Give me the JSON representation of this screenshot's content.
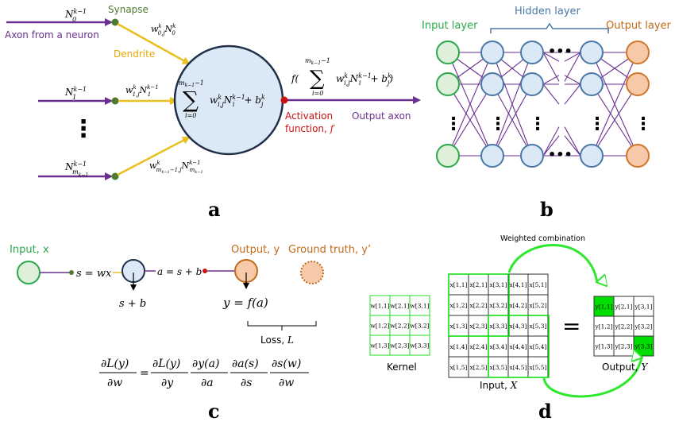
{
  "panel_a": {
    "label": "a",
    "synapse": "Synapse",
    "axon": "Axon from a neuron",
    "dendrite": "Dendrite",
    "n0_base": "N",
    "n0_sup": "k−1",
    "n0_sub": "0",
    "n1_base": "N",
    "n1_sup": "k−1",
    "n1_sub": "1",
    "nm_base": "N",
    "nm_sup": "k−1",
    "nm_sub": "m",
    "nm_subsub": "k−1",
    "w0": "w",
    "w0_sup": "k",
    "w0_sub": "0,j",
    "w0_n": "N",
    "w0_nsup": "k",
    "w0_nsub": "0",
    "w1": "w",
    "w1_sup": "k",
    "w1_sub": "1,j",
    "w1_n": "N",
    "w1_nsup": "k−1",
    "w1_nsub": "1",
    "wm": "w",
    "wm_sup": "k",
    "wm_sub": "m",
    "wm_subrest": "k−1",
    "wm_subsub": "−1,j",
    "wm_n": "N",
    "wm_nsup": "k−1",
    "wm_nsub": "m",
    "wm_nsubsub": "k−1",
    "sum_top": "m",
    "sum_top_sub": "k−1",
    "sum_top_rest": "−1",
    "sum_bottom": "i=0",
    "sum_body_w": "w",
    "sum_body_wsup": "k",
    "sum_body_wsub": "i,j",
    "sum_body_n": "N",
    "sum_body_nsup": "k−1",
    "sum_body_nsub": "i",
    "sum_body_plus": "+ b",
    "sum_body_bsup": "k",
    "sum_body_bsub": "j",
    "f_prefix": "f(",
    "f_suffix": ")",
    "activation_line1": "Activation",
    "activation_line2": "function,",
    "activation_f": "f",
    "output_axon": "Output axon",
    "vdots": "⋮"
  },
  "panel_b": {
    "label": "b",
    "hidden_layer": "Hidden layer",
    "input_layer": "Input layer",
    "output_layer": "Output layer"
  },
  "panel_c": {
    "label": "c",
    "input": "Input,",
    "input_var": "x",
    "s_eq": "s = wx",
    "a_eq": "a = s + b",
    "s_plus_b": "s + b",
    "output": "Output,",
    "output_var": "y",
    "ground_truth": "Ground truth,",
    "ground_truth_var": "y’",
    "y_eq": "y = f(a)",
    "loss": "Loss,",
    "loss_var": "L",
    "chain_rule": {
      "terms": [
        {
          "num": "∂L(y)",
          "den": "∂w"
        },
        {
          "num": "∂L(y)",
          "den": "∂y"
        },
        {
          "num": "∂y(a)",
          "den": "∂a"
        },
        {
          "num": "∂a(s)",
          "den": "∂s"
        },
        {
          "num": "∂s(w)",
          "den": "∂w"
        }
      ],
      "equals": "="
    }
  },
  "panel_d": {
    "label": "d",
    "weighted_combination": "Weighted combination",
    "kernel": "Kernel",
    "input": "Input,",
    "input_var": "X",
    "output": "Output,",
    "output_var": "Y",
    "equals": "=",
    "kernel_cells": [
      [
        "w[1,1]",
        "w[2,1]",
        "w[3,1]"
      ],
      [
        "w[1,2]",
        "w[2,2]",
        "w[3,2]"
      ],
      [
        "w[1,3]",
        "w[2,3]",
        "w[3,3]"
      ]
    ],
    "input_cells": [
      [
        "x[1,1]",
        "x[2,1]",
        "x[3,1]",
        "x[4,1]",
        "x[5,1]"
      ],
      [
        "x[1,2]",
        "x[2,2]",
        "x[3,2]",
        "x[4,2]",
        "x[5,2]"
      ],
      [
        "x[1,3]",
        "x[2,3]",
        "x[3,3]",
        "x[4,3]",
        "x[5,3]"
      ],
      [
        "x[1,4]",
        "x[2,4]",
        "x[3,4]",
        "x[4,4]",
        "x[5,4]"
      ],
      [
        "x[1,5]",
        "x[2,5]",
        "x[3,5]",
        "x[4,5]",
        "x[5,5]"
      ]
    ],
    "output_cells": [
      [
        "y[1,1]",
        "y[2,1]",
        "y[3,1]"
      ],
      [
        "y[1,2]",
        "y[2,2]",
        "y[3,2]"
      ],
      [
        "y[1,3]",
        "y[2,3]",
        "y[3,3]"
      ]
    ],
    "highlight_color": "#00dd00"
  },
  "colors": {
    "axon": "#6a2f8f",
    "dendrite": "#e8c020",
    "synapse": "#4e7a30",
    "neuron_fill": "#dbe8f5",
    "neuron_stroke": "#20304a",
    "activation": "#cc1111",
    "input_layer": "#2aa84a",
    "hidden_layer": "#4a78a8",
    "output_layer": "#d0752a",
    "input_label": "#2aa84a",
    "output_label": "#c06a1a"
  }
}
